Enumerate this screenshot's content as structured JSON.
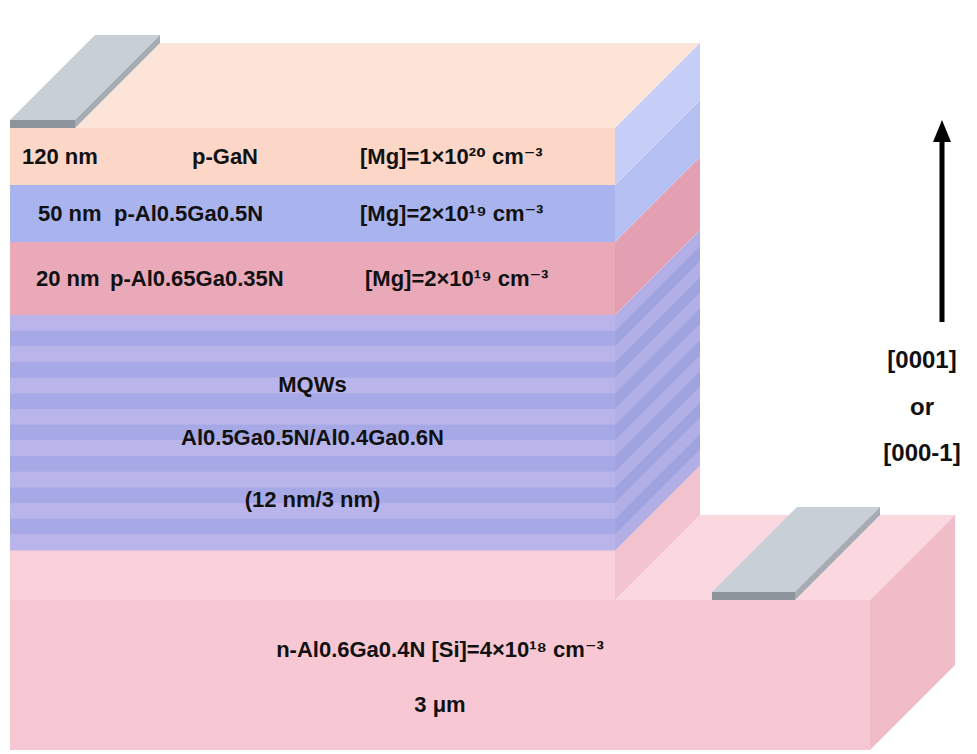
{
  "diagram": {
    "nodes": [
      {
        "text": [
          "120 nm",
          "p-GaN",
          "[Mg]=1×10²⁰ cm⁻³"
        ]
      },
      {
        "text": [
          "50 nm",
          "p-Al0.5Ga0.5N",
          "[Mg]=2×10¹⁹ cm⁻³"
        ]
      },
      {
        "text": [
          "20 nm",
          "p-Al0.65Ga0.35N",
          "[Mg]=2×10¹⁹ cm⁻³"
        ]
      },
      {
        "text": [
          "MQWs",
          "Al0.5Ga0.5N/Al0.4Ga0.6N",
          "(12 nm/3 nm)"
        ]
      },
      {
        "text": [
          "n-Al0.6Ga0.4N [Si]=4×10¹⁸ cm⁻³",
          "3 μm"
        ]
      }
    ],
    "labels": [
      "[0001]",
      "or",
      "[000-1]"
    ]
  }
}
